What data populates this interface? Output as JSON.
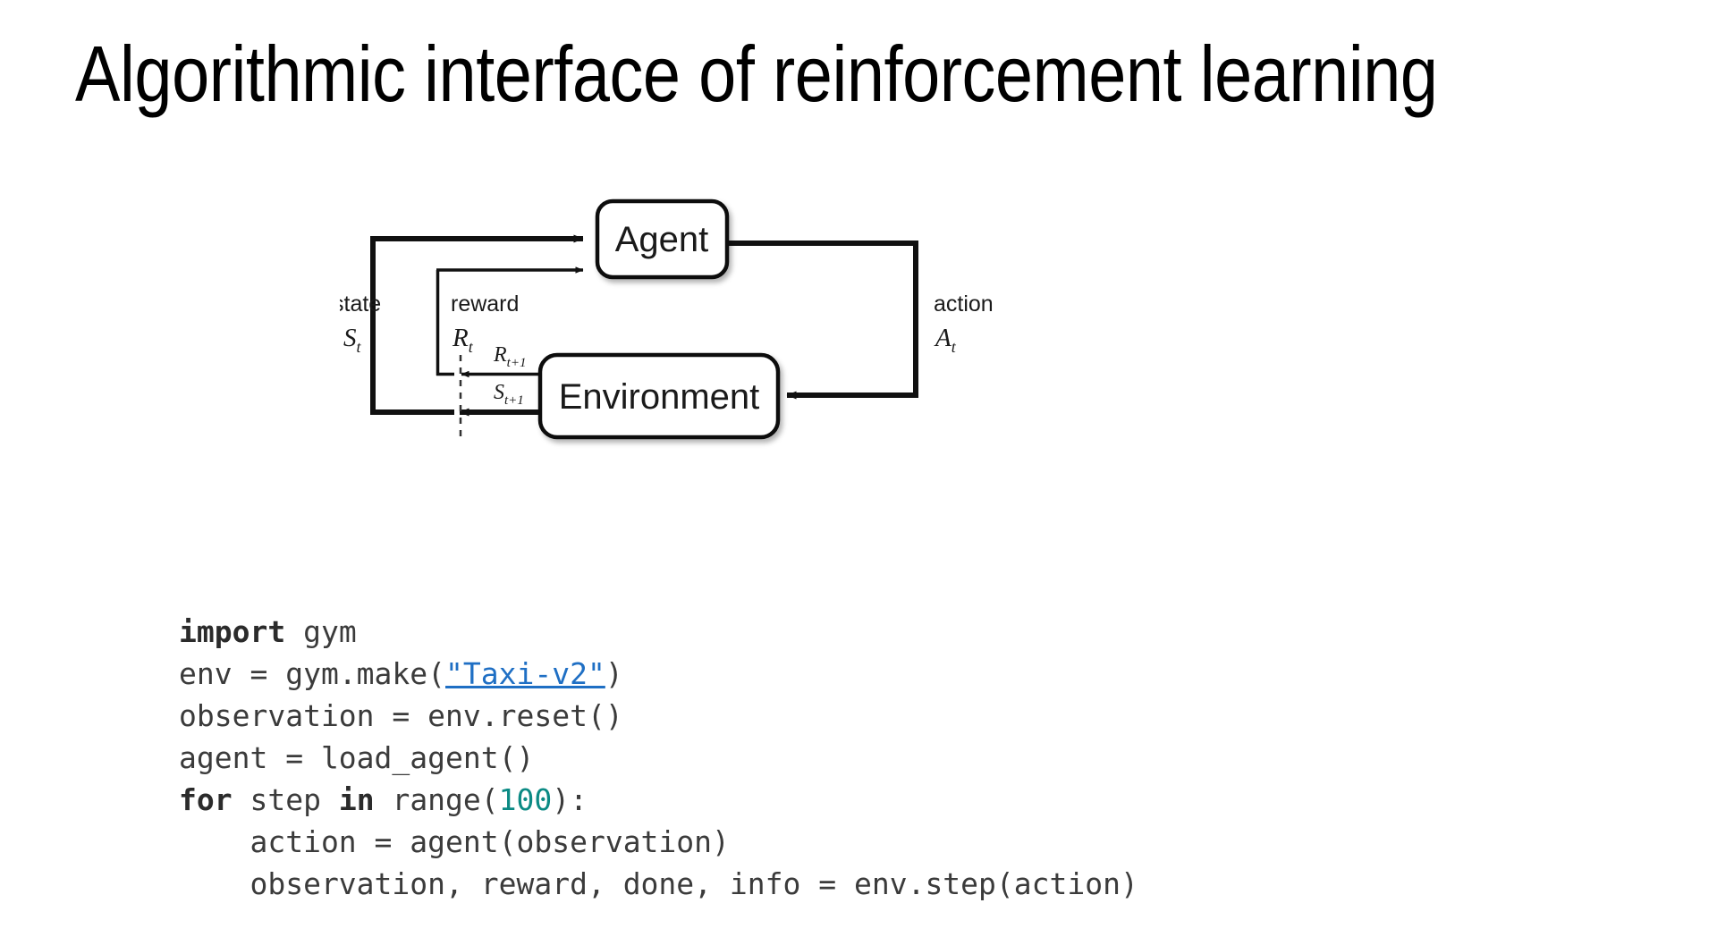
{
  "slide": {
    "title": "Algorithmic interface of reinforcement learning",
    "background_color": "#ffffff",
    "text_color": "#000000"
  },
  "diagram": {
    "name": "agent-environment-interaction-loop",
    "nodes": [
      {
        "id": "agent",
        "label": "Agent"
      },
      {
        "id": "environment",
        "label": "Environment"
      }
    ],
    "edges": [
      {
        "id": "state",
        "label": "state",
        "symbol": "S",
        "subscript": "t",
        "style": "thick"
      },
      {
        "id": "reward",
        "label": "reward",
        "symbol": "R",
        "subscript": "t",
        "style": "thin"
      },
      {
        "id": "action",
        "label": "action",
        "symbol": "A",
        "subscript": "t",
        "style": "thick"
      },
      {
        "id": "next-reward",
        "label": "",
        "symbol": "R",
        "subscript": "t+1",
        "style": "thin"
      },
      {
        "id": "next-state",
        "label": "",
        "symbol": "S",
        "subscript": "t+1",
        "style": "thick"
      }
    ],
    "divider": "dashed-time-boundary"
  },
  "code": {
    "language": "python",
    "string_color": "#1f6fc4",
    "number_color": "#0b8a84",
    "lines": [
      {
        "tokens": [
          {
            "t": "import",
            "k": "kw"
          },
          {
            "t": " gym",
            "k": "plain"
          }
        ]
      },
      {
        "tokens": [
          {
            "t": "env = gym.make(",
            "k": "plain"
          },
          {
            "t": "\"Taxi-v2\"",
            "k": "str"
          },
          {
            "t": ")",
            "k": "plain"
          }
        ]
      },
      {
        "tokens": [
          {
            "t": "observation = env.reset()",
            "k": "plain"
          }
        ]
      },
      {
        "tokens": [
          {
            "t": "agent = load_agent()",
            "k": "plain"
          }
        ]
      },
      {
        "tokens": [
          {
            "t": "for",
            "k": "kw"
          },
          {
            "t": " step ",
            "k": "plain"
          },
          {
            "t": "in",
            "k": "kw"
          },
          {
            "t": " range(",
            "k": "plain"
          },
          {
            "t": "100",
            "k": "num"
          },
          {
            "t": "):",
            "k": "plain"
          }
        ]
      },
      {
        "tokens": [
          {
            "t": "    action = agent(observation)",
            "k": "plain"
          }
        ]
      },
      {
        "tokens": [
          {
            "t": "    observation, reward, done, info = env.step(action)",
            "k": "plain"
          }
        ]
      }
    ]
  }
}
